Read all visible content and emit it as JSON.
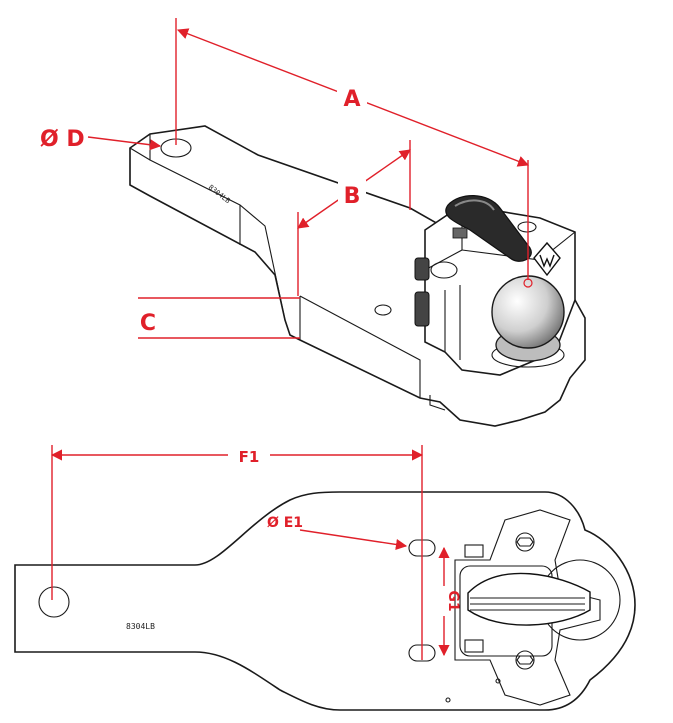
{
  "colors": {
    "dimension": "#e0202a",
    "outline": "#1a1a1a",
    "ball": "#cccccc"
  },
  "iso_view": {
    "labels": {
      "dia_d": "Ø D",
      "a": "A",
      "b": "B",
      "c": "C"
    },
    "part_mark": "8304LB"
  },
  "plan_view": {
    "labels": {
      "f1": "F1",
      "dia_e1": "Ø E1",
      "g1": "G1"
    },
    "part_mark": "8304LB"
  },
  "icons": [
    "ball-icon",
    "logo-w-icon",
    "latch-handle-icon"
  ]
}
